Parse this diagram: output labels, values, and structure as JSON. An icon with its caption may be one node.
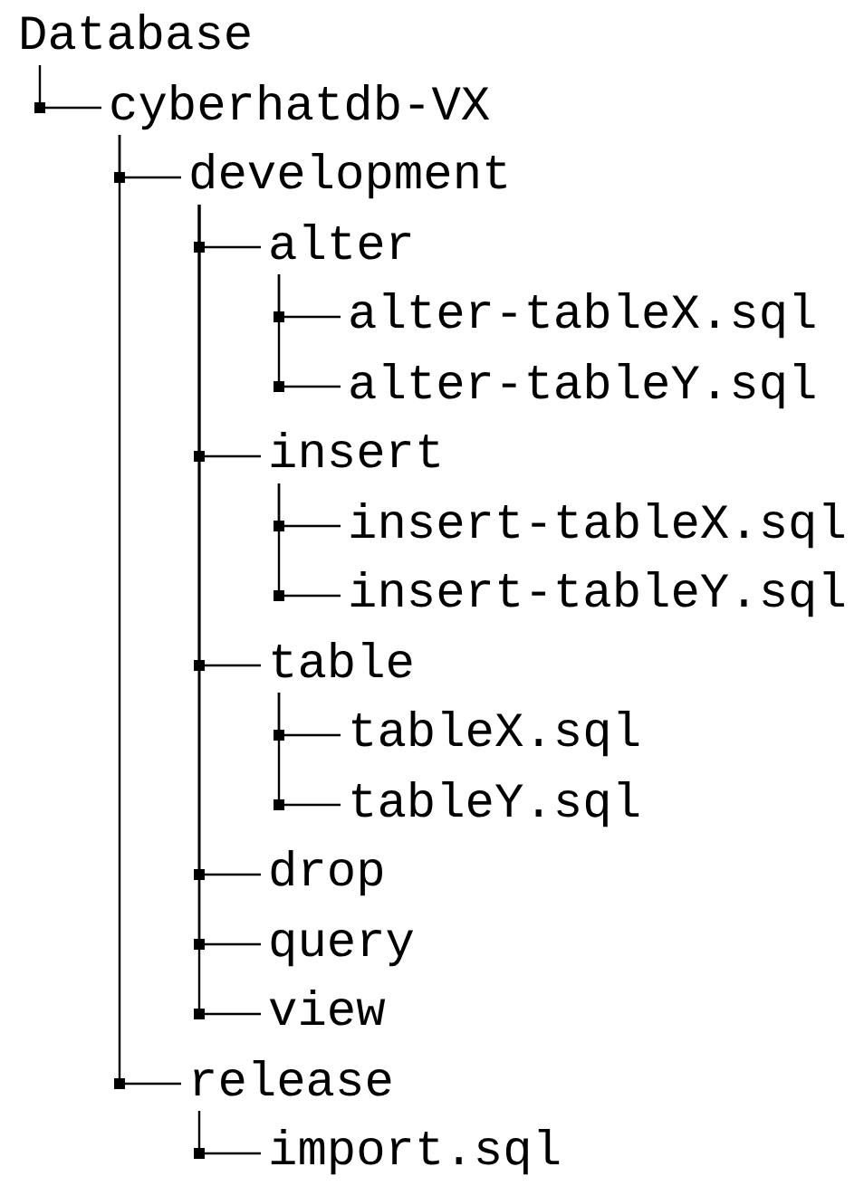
{
  "diagram": {
    "nodes": [
      {
        "text": [
          "Database"
        ]
      },
      {
        "text": [
          "cyberhatdb-VX"
        ]
      },
      {
        "text": [
          "development"
        ]
      },
      {
        "text": [
          "alter"
        ]
      },
      {
        "text": [
          "alter-tableX.sql"
        ]
      },
      {
        "text": [
          "alter-tableY.sql"
        ]
      },
      {
        "text": [
          "insert"
        ]
      },
      {
        "text": [
          "insert-tableX.sql"
        ]
      },
      {
        "text": [
          "insert-tableY.sql"
        ]
      },
      {
        "text": [
          "table"
        ]
      },
      {
        "text": [
          "tableX.sql"
        ]
      },
      {
        "text": [
          "tableY.sql"
        ]
      },
      {
        "text": [
          "drop"
        ]
      },
      {
        "text": [
          "query"
        ]
      },
      {
        "text": [
          "view"
        ]
      },
      {
        "text": [
          "release"
        ]
      },
      {
        "text": [
          "import.sql"
        ]
      }
    ],
    "edges": [
      {
        "from": 0,
        "to": 1,
        "arrow": "none"
      },
      {
        "from": 1,
        "to": 2,
        "arrow": "none"
      },
      {
        "from": 2,
        "to": 3,
        "arrow": "none"
      },
      {
        "from": 3,
        "to": 4,
        "arrow": "none"
      },
      {
        "from": 3,
        "to": 5,
        "arrow": "none"
      },
      {
        "from": 2,
        "to": 6,
        "arrow": "none"
      },
      {
        "from": 6,
        "to": 7,
        "arrow": "none"
      },
      {
        "from": 6,
        "to": 8,
        "arrow": "none"
      },
      {
        "from": 2,
        "to": 9,
        "arrow": "none"
      },
      {
        "from": 9,
        "to": 10,
        "arrow": "none"
      },
      {
        "from": 9,
        "to": 11,
        "arrow": "none"
      },
      {
        "from": 2,
        "to": 12,
        "arrow": "none"
      },
      {
        "from": 2,
        "to": 13,
        "arrow": "none"
      },
      {
        "from": 2,
        "to": 14,
        "arrow": "none"
      },
      {
        "from": 1,
        "to": 15,
        "arrow": "none"
      },
      {
        "from": 15,
        "to": 16,
        "arrow": "none"
      }
    ]
  }
}
